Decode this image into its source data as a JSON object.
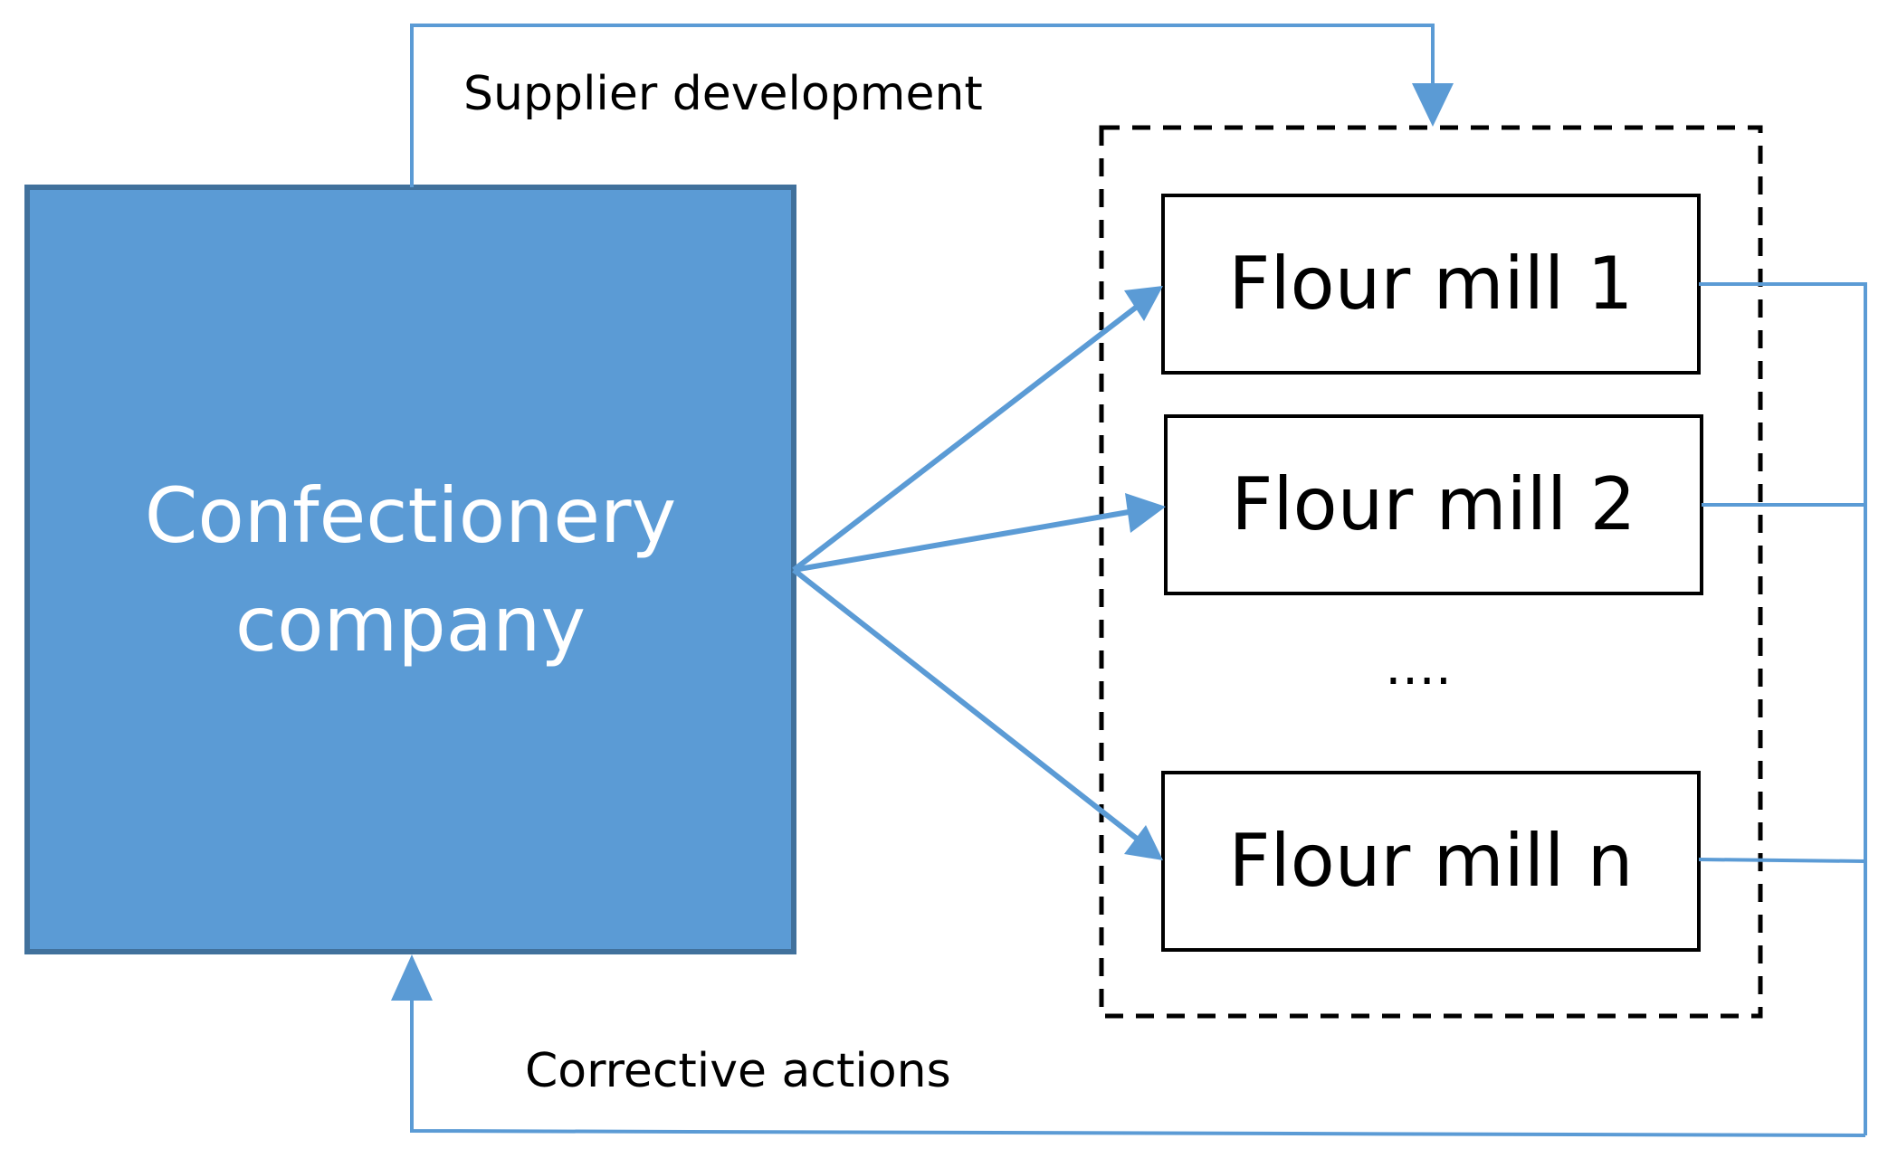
{
  "company": {
    "line1": "Confectionery",
    "line2": "company"
  },
  "mills": [
    {
      "label": "Flour mill 1"
    },
    {
      "label": "Flour mill 2"
    },
    {
      "label": "Flour mill n"
    }
  ],
  "ellipsis": "….",
  "edges": {
    "supplier_development": "Supplier development",
    "corrective_actions": "Corrective actions"
  },
  "colors": {
    "company_fill": "#5b9bd5",
    "company_border": "#41719c",
    "arrow": "#5b9bd5",
    "box_border": "#000000"
  }
}
